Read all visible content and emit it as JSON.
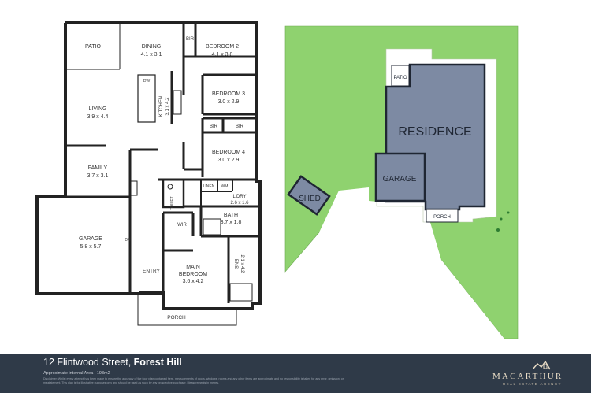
{
  "floor_plan": {
    "rooms": [
      {
        "name": "PATIO"
      },
      {
        "name": "DINING",
        "size": "4.1 x 3.1"
      },
      {
        "name": "BIR"
      },
      {
        "name": "BEDROOM 2",
        "size": "4.1 x 3.8"
      },
      {
        "name": "LIVING",
        "size": "3.9 x 4.4"
      },
      {
        "name": "KITCHEN",
        "size": "3.1 x 4.2"
      },
      {
        "name": "BEDROOM 3",
        "size": "3.0 x 2.9"
      },
      {
        "name": "BIR"
      },
      {
        "name": "BIR"
      },
      {
        "name": "BEDROOM 4",
        "size": "3.0 x 2.9"
      },
      {
        "name": "FAMILY",
        "size": "3.7 x 3.1"
      },
      {
        "name": "LINEN"
      },
      {
        "name": "WM"
      },
      {
        "name": "L'DRY",
        "size": "2.6 x 1.6"
      },
      {
        "name": "TOILET"
      },
      {
        "name": "BATH",
        "size": "3.7 x 1.8"
      },
      {
        "name": "WIR"
      },
      {
        "name": "GARAGE",
        "size": "5.8 x 5.7"
      },
      {
        "name": "DR"
      },
      {
        "name": "ENS",
        "size": "2.1 x 4.2"
      },
      {
        "name": "MAIN BEDROOM",
        "size": "3.6 x 4.2"
      },
      {
        "name": "ENTRY"
      },
      {
        "name": "PORCH"
      }
    ],
    "fixtures": [
      "DW"
    ]
  },
  "site_plan": {
    "labels": {
      "residence": "RESIDENCE",
      "garage": "GARAGE",
      "shed": "SHED",
      "patio": "PATIO",
      "porch": "PORCH"
    },
    "colors": {
      "lawn": "#8fd26f",
      "building": "#7d8aa3",
      "shed": "#7d8aa3"
    }
  },
  "footer": {
    "street": "12 Flintwood Street,",
    "suburb": "Forest Hill",
    "area": "Approximate internal Area : 193m2",
    "disclaimer": "Disclaimer: Whilst every attempt has been made to ensure the accuracy of the floor plan contained here, measurements of doors, windows, rooms and any other items are approximate and no responsibility is taken for any error, omission, or misstatement. This plan is for illustrative purposes only and should be used as such by any prospective purchaser. Measurements in metres.",
    "brand": "MACARTHUR",
    "tagline": "REAL ESTATE AGENCY"
  },
  "colors": {
    "footer_bg": "#2f3a48",
    "wall": "#222222",
    "brand": "#e9dcc6"
  }
}
